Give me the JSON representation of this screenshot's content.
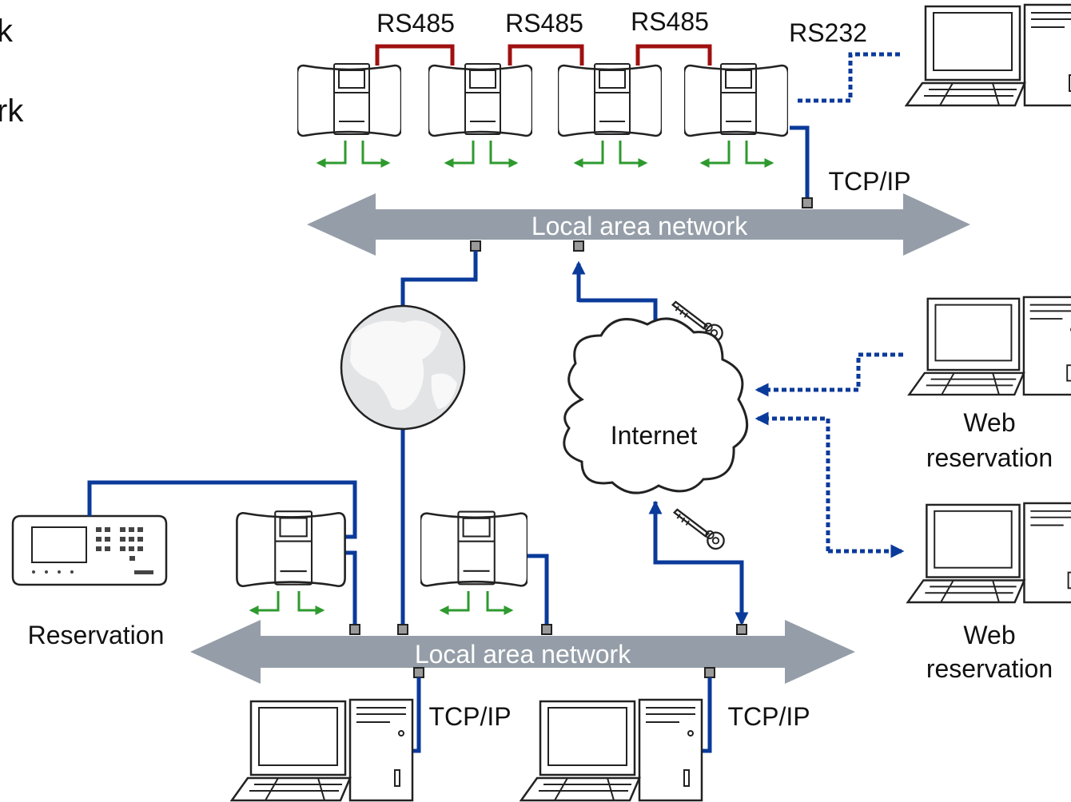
{
  "labels": {
    "partial_top": "k",
    "partial_mid": "rk",
    "rs485_a": "RS485",
    "rs485_b": "RS485",
    "rs485_c": "RS485",
    "rs232": "RS232",
    "tcpip_top": "TCP/IP",
    "lan_top": "Local area network",
    "internet": "Internet",
    "web1_line1": "Web",
    "web1_line2": "reservation",
    "web2_line1": "Web",
    "web2_line2": "reservation",
    "reservation": "Reservation",
    "lan_bottom": "Local area network",
    "tcpip_b1": "TCP/IP",
    "tcpip_b2": "TCP/IP"
  },
  "colors": {
    "network_line": "#0a3a9a",
    "serial_bus": "#a01010",
    "relay_output": "#2e9a2e",
    "lan_arrow": "#959ea8"
  },
  "icons": {
    "controller": "door-controller-icon",
    "computer": "desktop-computer-icon",
    "globe": "globe-icon",
    "key": "key-icon",
    "cloud": "cloud-icon",
    "terminal": "reservation-terminal-icon"
  }
}
